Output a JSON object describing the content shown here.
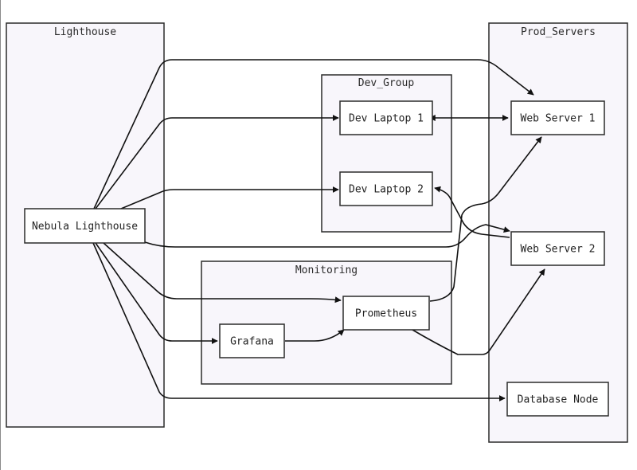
{
  "clusters": {
    "lighthouse": "Lighthouse",
    "prod_servers": "Prod_Servers",
    "dev_group": "Dev_Group",
    "monitoring": "Monitoring"
  },
  "nodes": {
    "nebula_lighthouse": "Nebula Lighthouse",
    "dev_laptop_1": "Dev Laptop 1",
    "dev_laptop_2": "Dev Laptop 2",
    "web_server_1": "Web Server 1",
    "web_server_2": "Web Server 2",
    "database_node": "Database Node",
    "prometheus": "Prometheus",
    "grafana": "Grafana"
  },
  "edges": [
    {
      "from": "Nebula Lighthouse",
      "to": "Web Server 1"
    },
    {
      "from": "Nebula Lighthouse",
      "to": "Dev Laptop 1"
    },
    {
      "from": "Nebula Lighthouse",
      "to": "Dev Laptop 2"
    },
    {
      "from": "Nebula Lighthouse",
      "to": "Web Server 2"
    },
    {
      "from": "Nebula Lighthouse",
      "to": "Prometheus"
    },
    {
      "from": "Nebula Lighthouse",
      "to": "Grafana"
    },
    {
      "from": "Nebula Lighthouse",
      "to": "Database Node"
    },
    {
      "from": "Dev Laptop 1",
      "to": "Web Server 1",
      "bidirectional": true
    },
    {
      "from": "Web Server 2",
      "to": "Dev Laptop 2"
    },
    {
      "from": "Grafana",
      "to": "Prometheus"
    },
    {
      "from": "Prometheus",
      "to": "Web Server 1"
    },
    {
      "from": "Prometheus",
      "to": "Web Server 2"
    }
  ]
}
